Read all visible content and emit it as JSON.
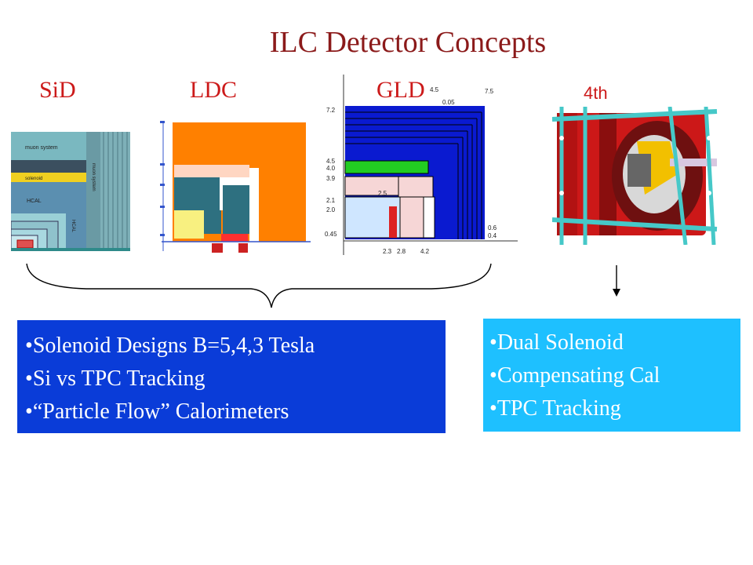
{
  "slide": {
    "title": "ILC Detector Concepts",
    "detectors": [
      {
        "label": "SiD"
      },
      {
        "label": "LDC"
      },
      {
        "label": "GLD"
      },
      {
        "label": "4th"
      }
    ],
    "sid_diagram_labels": [
      "muon system",
      "solenoid",
      "HCAL",
      "muon system",
      "HCAL"
    ],
    "gld_dimensions": [
      "7.2",
      "4.5",
      "4.0",
      "3.9",
      "2.1",
      "2.0",
      "0.45",
      "2.5",
      "2.3",
      "2.8",
      "4.2",
      "0.6",
      "0.4",
      "4.5",
      "0.05",
      "7.5"
    ],
    "left_box": {
      "items": [
        "Solenoid Designs  B=5,4,3 Tesla",
        "Si vs TPC Tracking",
        "“Particle Flow” Calorimeters"
      ]
    },
    "right_box": {
      "items": [
        "Dual Solenoid",
        "Compensating Cal",
        "TPC Tracking"
      ]
    },
    "colors": {
      "title": "#8b1a1a",
      "labels": "#cc1a1a",
      "left_box": "#0a3cd8",
      "right_box": "#1ec0ff"
    }
  }
}
